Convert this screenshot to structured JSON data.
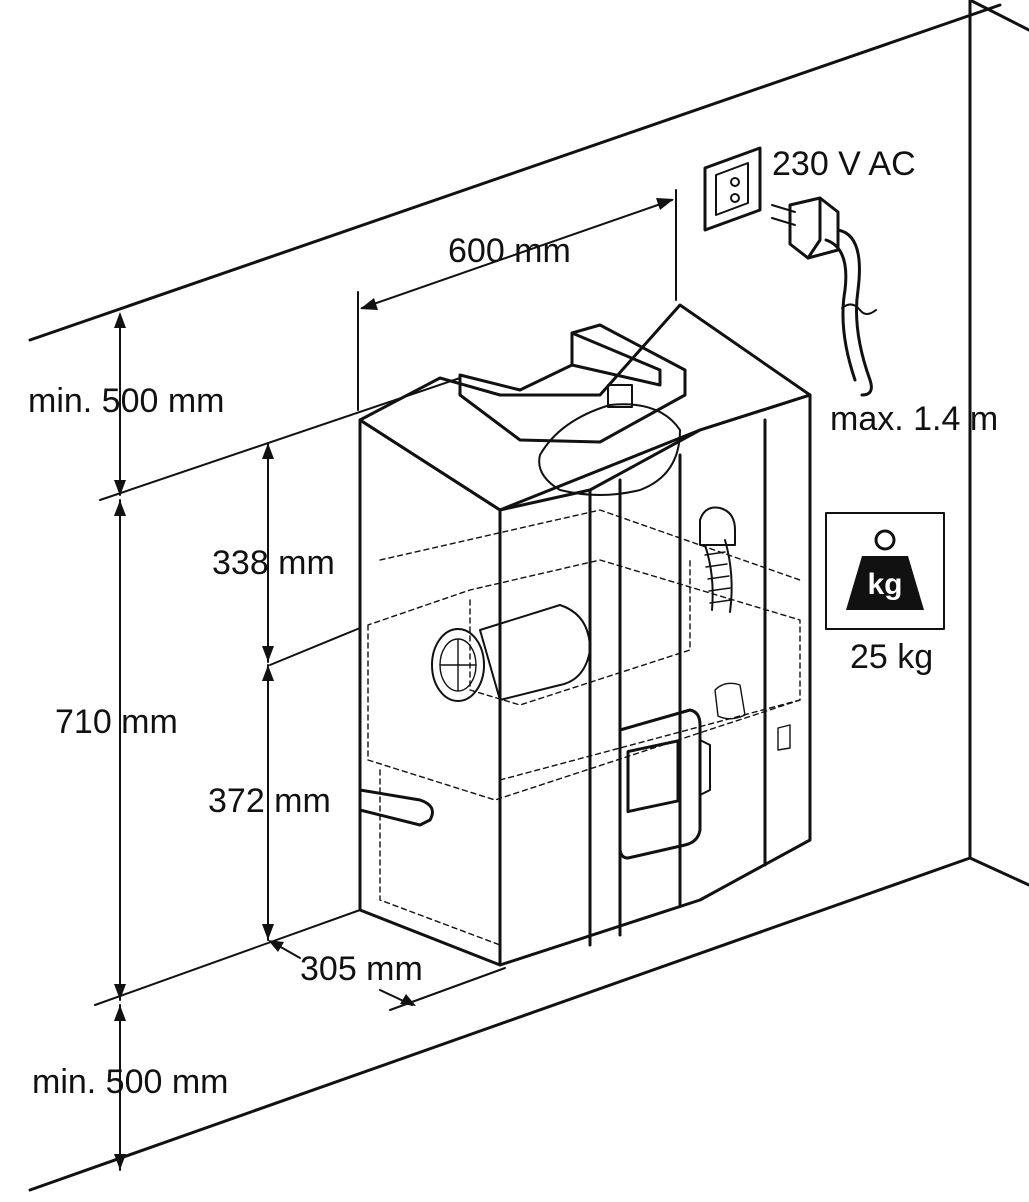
{
  "labels": {
    "clearance_top": "min. 500 mm",
    "clearance_bottom": "min. 500 mm",
    "width": "600 mm",
    "height_total": "710 mm",
    "height_upper": "338 mm",
    "height_lower": "372 mm",
    "depth": "305 mm",
    "power": "230 V AC",
    "cable_length": "max. 1.4 m",
    "weight": "25 kg",
    "weight_icon_text": "kg"
  },
  "icons": {
    "socket": "wall-socket-icon",
    "plug": "power-plug-icon",
    "weight": "weight-kg-icon"
  },
  "colors": {
    "line": "#111111",
    "background": "#ffffff"
  }
}
